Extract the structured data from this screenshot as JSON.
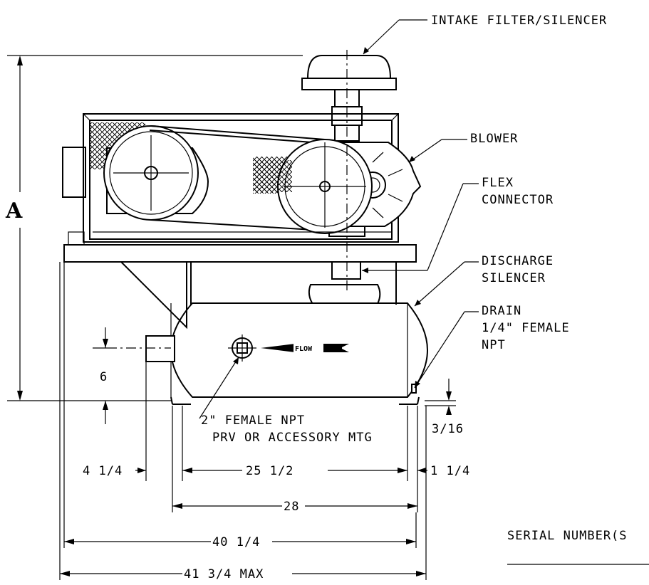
{
  "callouts": {
    "intake": "INTAKE FILTER/SILENCER",
    "blower": "BLOWER",
    "flex_1": "FLEX",
    "flex_2": "CONNECTOR",
    "discharge_1": "DISCHARGE",
    "discharge_2": "SILENCER",
    "drain_1": "DRAIN",
    "drain_2": "1/4\" FEMALE",
    "drain_3": "NPT",
    "npt_1": "2\" FEMALE NPT",
    "npt_2": "PRV OR ACCESSORY MTG",
    "flow": "FLOW"
  },
  "dimensions": {
    "height": "A",
    "inlet_height": "6",
    "foot_height": "3/16",
    "inlet_offset": "4 1/4",
    "tank_span": "25 1/2",
    "end_offset": "1 1/4",
    "tank_length": "28",
    "base_length": "40 1/4",
    "overall_max": "41 3/4 MAX"
  },
  "serial": {
    "label": "SERIAL NUMBER(S"
  }
}
